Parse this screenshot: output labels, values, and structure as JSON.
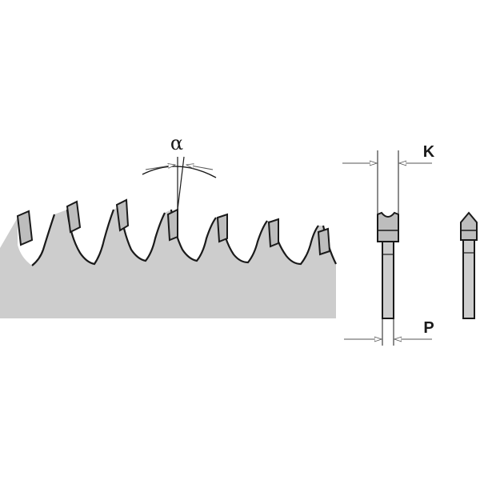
{
  "labels": {
    "alpha": "α",
    "kerf": "K",
    "plate": "P"
  },
  "colors": {
    "blade_fill": "#cdcdcd",
    "tooth_fill": "#bdbdbd",
    "stroke": "#1a1a1a",
    "dim_line": "#555555",
    "background": "#ffffff"
  }
}
